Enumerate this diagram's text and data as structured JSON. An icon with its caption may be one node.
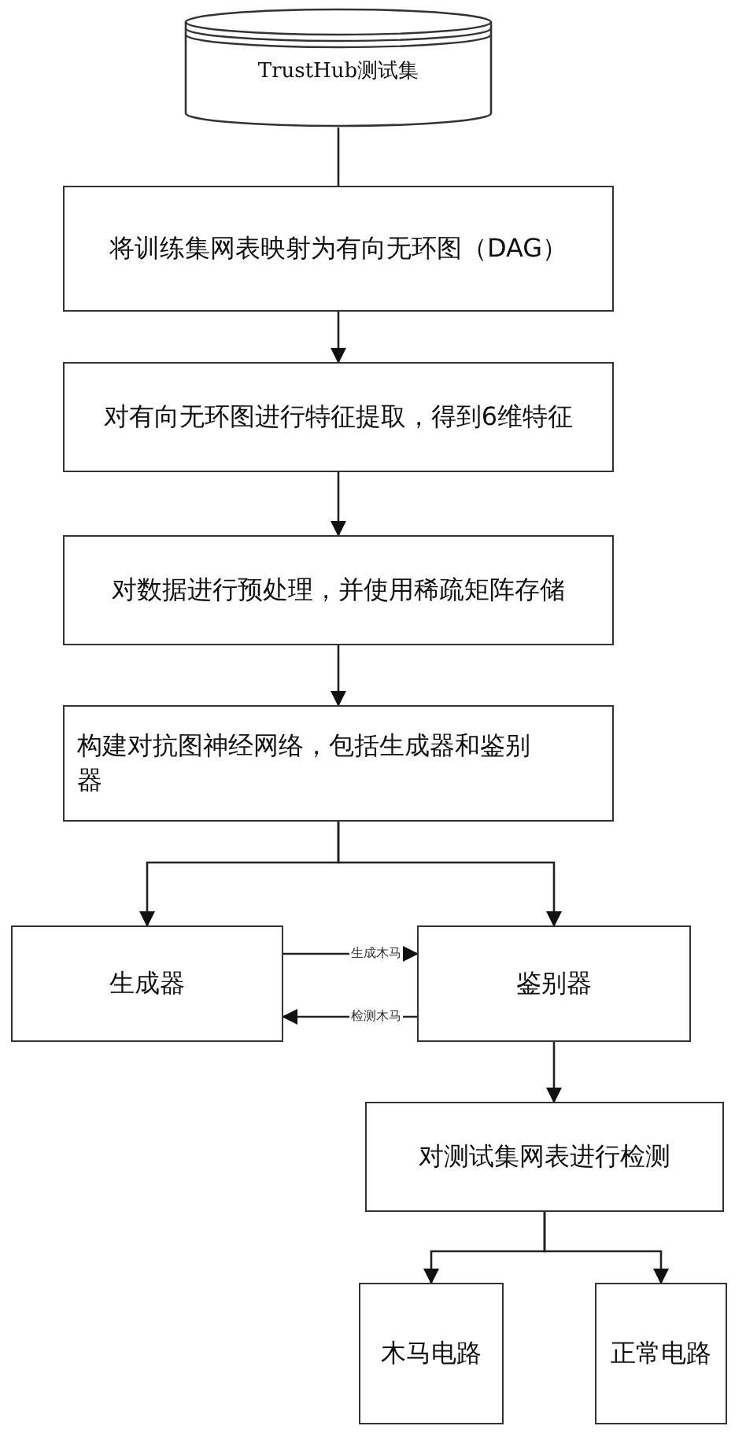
{
  "diagram": {
    "nodes": [
      {
        "text": [
          "TrustHub测试集"
        ]
      },
      {
        "text": [
          "将训练集网表映射为有向无环图（DAG）"
        ]
      },
      {
        "text": [
          "对有向无环图进行特征提取，得到6维特征"
        ]
      },
      {
        "text": [
          "对数据进行预处理，并使用稀疏矩阵存储"
        ]
      },
      {
        "text": [
          "构建对抗图神经网络，包括生成器和鉴别器"
        ]
      },
      {
        "text": [
          "生成器"
        ]
      },
      {
        "text": [
          "鉴别器"
        ]
      },
      {
        "text": [
          "对测试集网表进行检测"
        ]
      },
      {
        "text": [
          "木马电路"
        ]
      },
      {
        "text": [
          "正常电路"
        ]
      }
    ],
    "edges": [
      {
        "from": 0,
        "to": 1,
        "arrow": "none"
      },
      {
        "from": 1,
        "to": 2,
        "arrow": "to"
      },
      {
        "from": 2,
        "to": 3,
        "arrow": "to"
      },
      {
        "from": 3,
        "to": 4,
        "arrow": "to"
      },
      {
        "from": 4,
        "to": 5,
        "arrow": "to"
      },
      {
        "from": 4,
        "to": 6,
        "arrow": "to"
      },
      {
        "from": 5,
        "to": 6,
        "arrow": "to",
        "label": "生成木马"
      },
      {
        "from": 6,
        "to": 5,
        "arrow": "to",
        "label": "检测木马"
      },
      {
        "from": 6,
        "to": 7,
        "arrow": "to"
      },
      {
        "from": 7,
        "to": 8,
        "arrow": "to"
      },
      {
        "from": 7,
        "to": 9,
        "arrow": "to"
      }
    ]
  }
}
